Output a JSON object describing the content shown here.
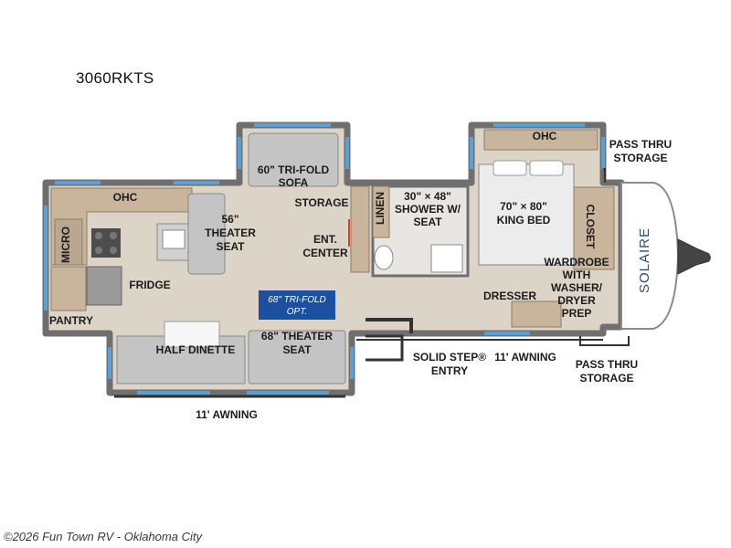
{
  "model": "3060RKTS",
  "footer": "©2026 Fun Town RV - Oklahoma City",
  "brand_mark": "SOLAIRE",
  "labels": {
    "ohc_kitchen": "OHC",
    "micro": "MICRO",
    "fridge": "FRIDGE",
    "pantry": "PANTRY",
    "theater_56": [
      "56\"",
      "THEATER",
      "SEAT"
    ],
    "sofa_line1": "60\" TRI-FOLD",
    "sofa_line2": "SOFA",
    "storage": "STORAGE",
    "ent_center": [
      "ENT.",
      "CENTER"
    ],
    "tri_fold_opt": [
      "68\" TRI-FOLD",
      "OPT."
    ],
    "half_dinette": "HALF DINETTE",
    "theater_68": [
      "68\" THEATER",
      "SEAT"
    ],
    "awning_left": "11' AWNING",
    "linen": "LINEN",
    "shower": [
      "30\" × 48\"",
      "SHOWER W/",
      "SEAT"
    ],
    "ohc_bed": "OHC",
    "king_bed": [
      "70\" × 80\"",
      "KING BED"
    ],
    "closet": "CLOSET",
    "pass_thru_top": [
      "PASS THRU",
      "STORAGE"
    ],
    "pass_thru_bottom": [
      "PASS THRU",
      "STORAGE"
    ],
    "wardrobe": [
      "WARDROBE",
      "WITH",
      "WASHER/",
      "DRYER",
      "PREP"
    ],
    "dresser": "DRESSER",
    "solid_step": [
      "SOLID STEP®",
      "ENTRY"
    ],
    "awning_right": "11' AWNING"
  },
  "colors": {
    "wall": "#6f6f6f",
    "floor": "#ddd4c8",
    "window": "#5a9fd6",
    "opt_box": "#1d4fa0",
    "cabinet": "#c9b49c",
    "furniture": "#c4c4c4"
  }
}
